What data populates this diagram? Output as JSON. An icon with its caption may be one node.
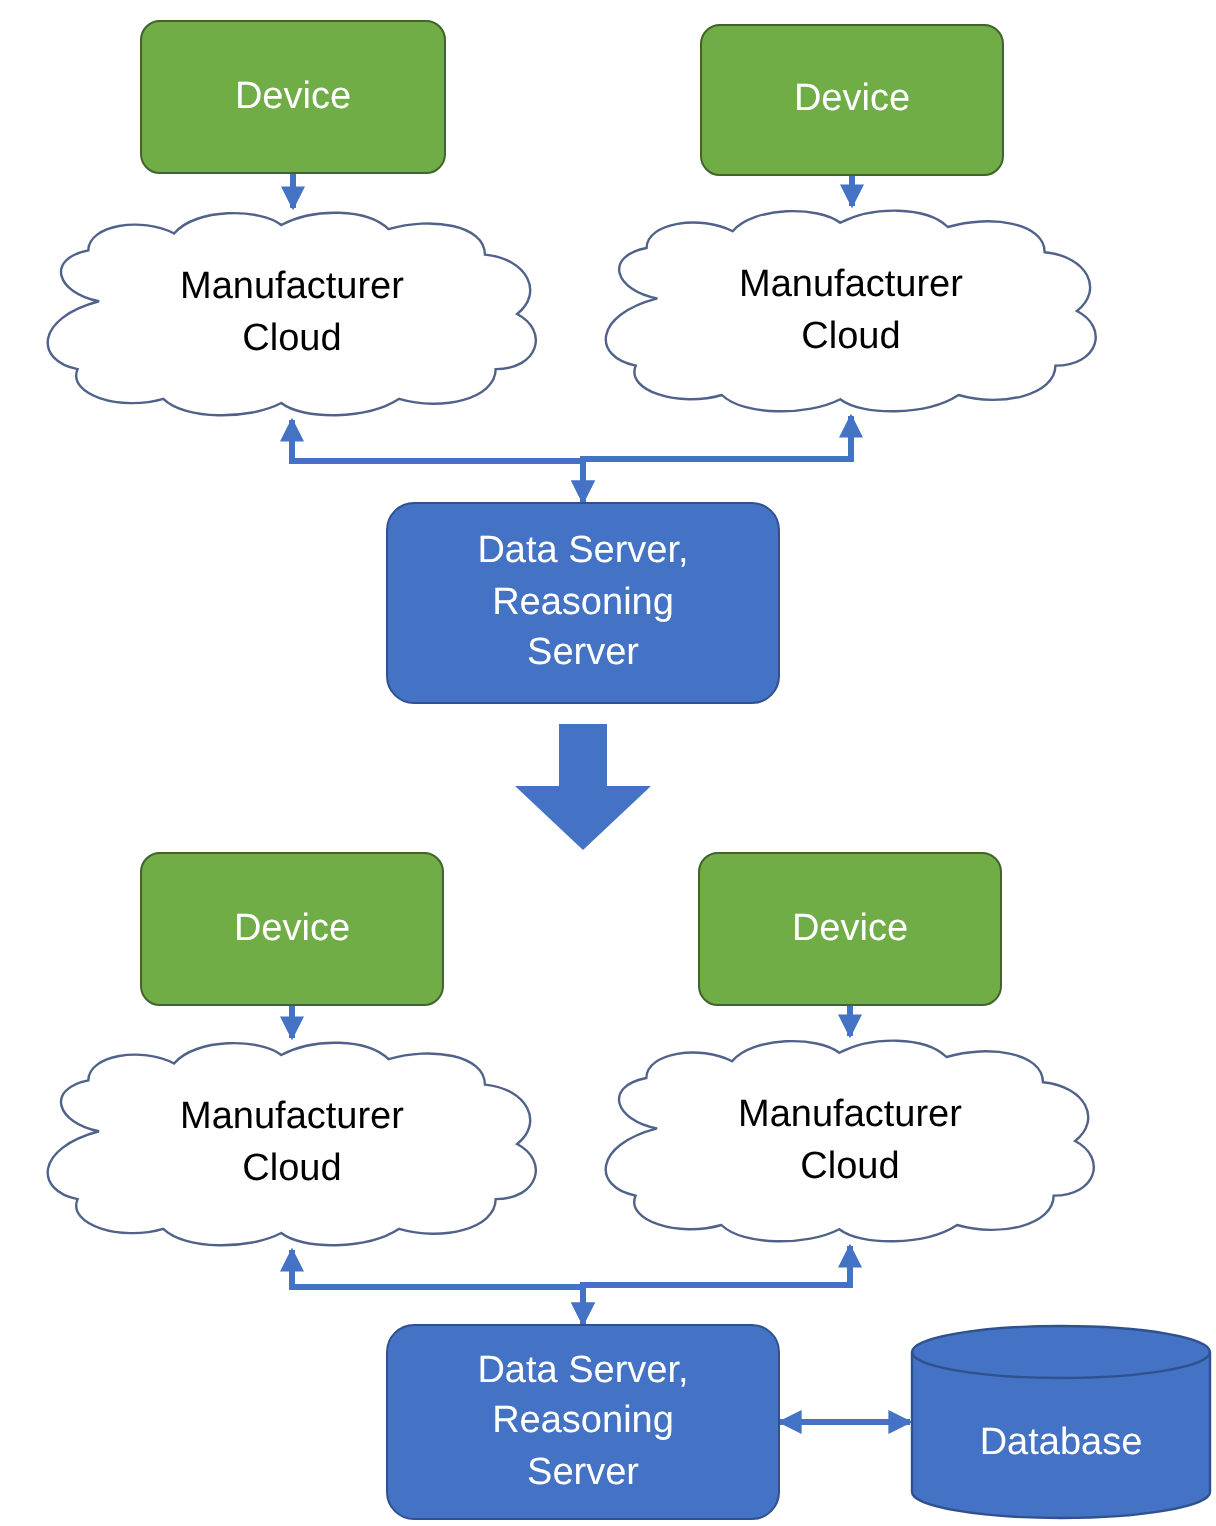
{
  "diagram": {
    "nodes": [
      {
        "text": [
          "Device"
        ]
      },
      {
        "text": [
          "Device"
        ]
      },
      {
        "text": [
          "Manufacturer Cloud"
        ]
      },
      {
        "text": [
          "Manufacturer Cloud"
        ]
      },
      {
        "text": [
          "Data Server, Reasoning Server"
        ]
      },
      {
        "text": [
          "Device"
        ]
      },
      {
        "text": [
          "Device"
        ]
      },
      {
        "text": [
          "Manufacturer Cloud"
        ]
      },
      {
        "text": [
          "Manufacturer Cloud"
        ]
      },
      {
        "text": [
          "Data Server, Reasoning Server"
        ]
      },
      {
        "text": [
          "Database"
        ]
      }
    ],
    "edges": [
      {
        "from": 0,
        "to": 2,
        "arrow": "to"
      },
      {
        "from": 1,
        "to": 3,
        "arrow": "to"
      },
      {
        "from": 4,
        "to": 2,
        "arrow": "both"
      },
      {
        "from": 4,
        "to": 3,
        "arrow": "both"
      },
      {
        "from": 4,
        "to": null,
        "arrow": "to",
        "style": "thick"
      },
      {
        "from": 5,
        "to": 7,
        "arrow": "to"
      },
      {
        "from": 6,
        "to": 8,
        "arrow": "to"
      },
      {
        "from": 9,
        "to": 7,
        "arrow": "both"
      },
      {
        "from": 9,
        "to": 8,
        "arrow": "both"
      },
      {
        "from": 9,
        "to": 10,
        "arrow": "both"
      }
    ]
  }
}
